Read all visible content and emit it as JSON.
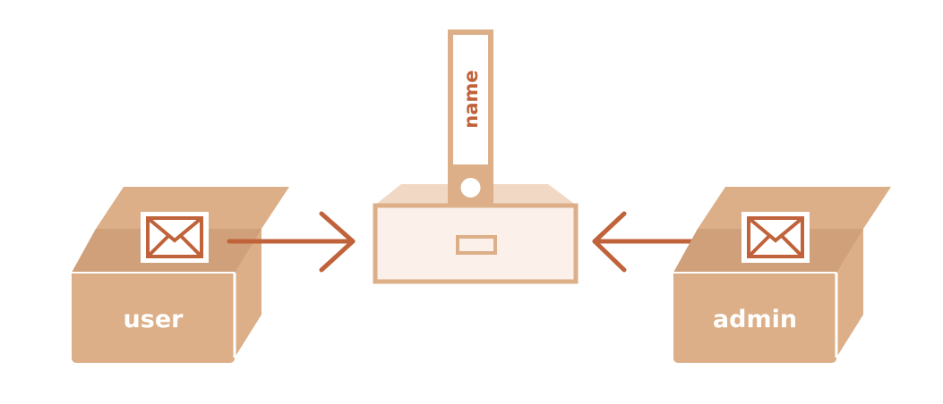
{
  "diagram": {
    "left_box": {
      "label": "user",
      "icon": "envelope-icon"
    },
    "right_box": {
      "label": "admin",
      "icon": "envelope-icon"
    },
    "cabinet": {
      "folder_label": "name"
    }
  },
  "colors": {
    "box": "#dcaf88",
    "box_dark": "#cfa07a",
    "box_light": "#f3e1d2",
    "accent": "#c0623a",
    "cabinet_fill": "#fbf1ea",
    "cabinet_top": "#f1d8c4",
    "white": "#ffffff"
  }
}
